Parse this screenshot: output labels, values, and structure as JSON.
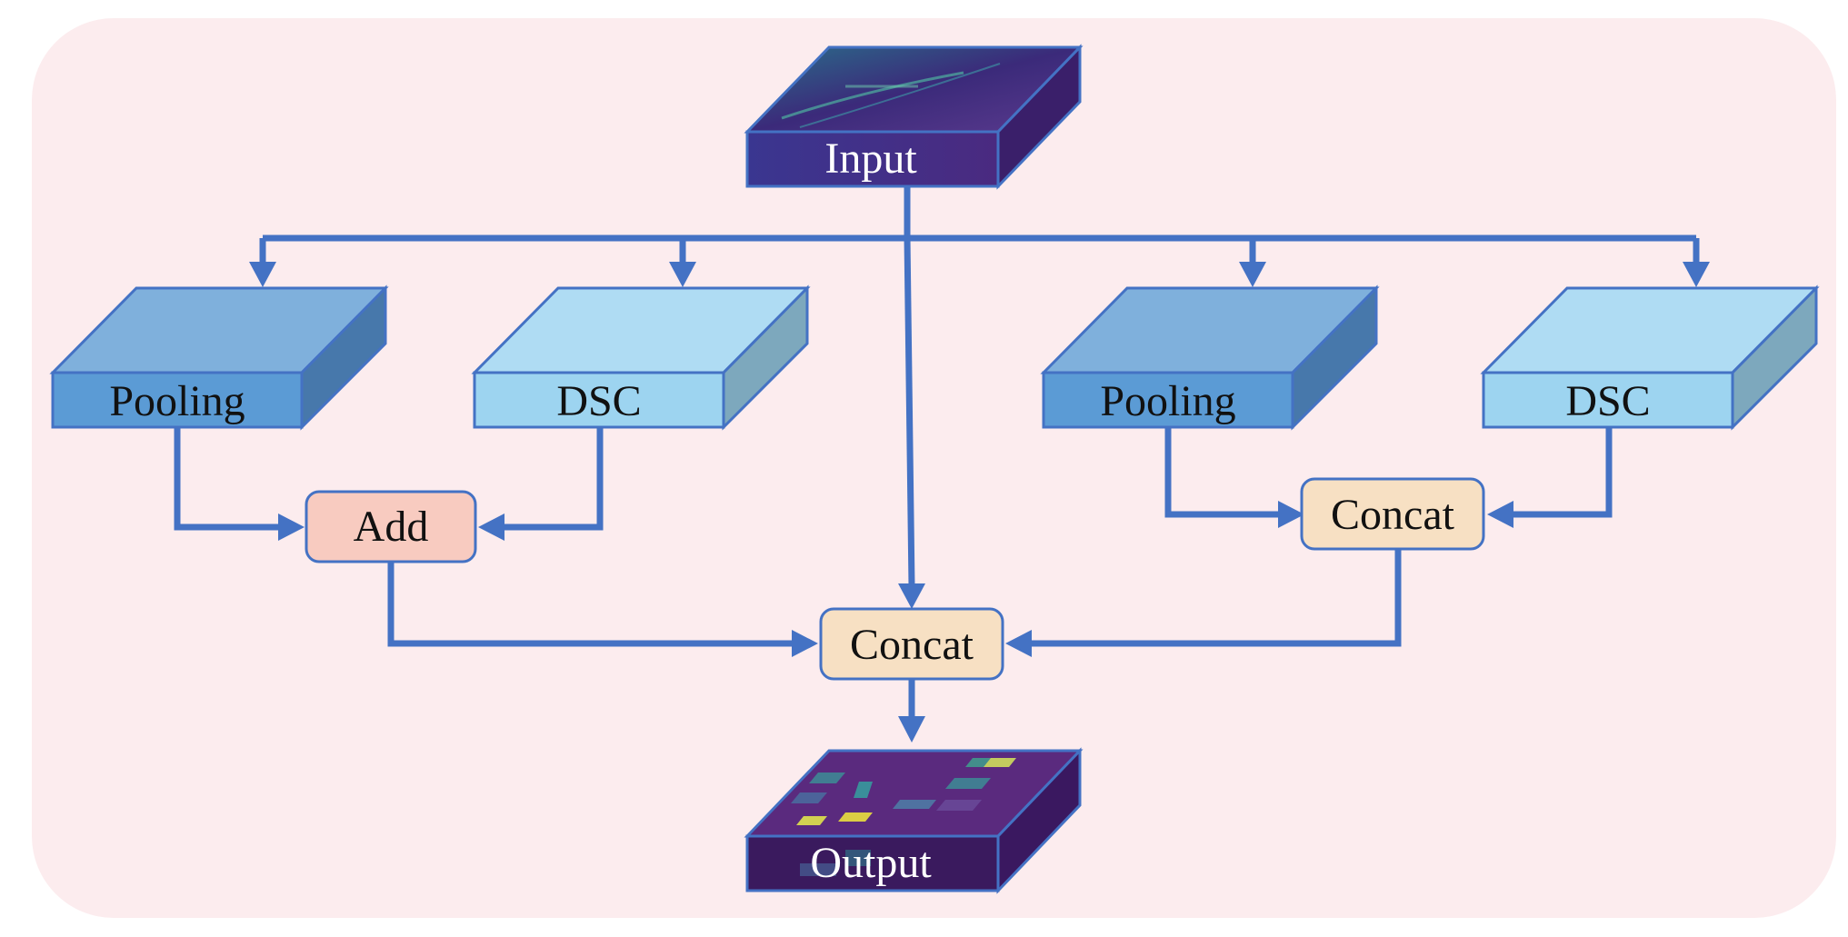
{
  "diagram": {
    "input_label": "Input",
    "output_label": "Output",
    "left_branch": {
      "pooling_label": "Pooling",
      "dsc_label": "DSC",
      "merge_label": "Add"
    },
    "right_branch": {
      "pooling_label": "Pooling",
      "dsc_label": "DSC",
      "merge_label": "Concat"
    },
    "final_merge_label": "Concat",
    "colors": {
      "background_panel": "#fcecee",
      "pooling_block": "#5b9bd5",
      "dsc_block": "#9dd4f0",
      "add_node": "#f8cbc0",
      "concat_node": "#f7e0c3",
      "arrow": "#4472c4",
      "feature_map": "#3b1a6e"
    }
  }
}
